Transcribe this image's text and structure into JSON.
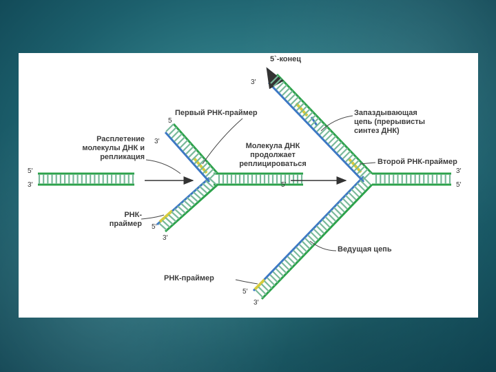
{
  "labels": {
    "end_5prime": "5`-конец",
    "first_primer": "Первый РНК-праймер",
    "lagging": [
      "Запаздывающая",
      "цепь (прерывисты",
      "синтез ДНК)"
    ],
    "unwinding": [
      "Расплетение",
      "молекулы ДНК и",
      "репликация"
    ],
    "continues": [
      "Молекула ДНК",
      "продолжает",
      "реплицироваться"
    ],
    "second_primer": "Второй РНК-праймер",
    "rna_primer_left": [
      "РНК-",
      "праймер"
    ],
    "leading": "Ведущая цепь",
    "rna_primer_bottom": "РНК-праймер"
  },
  "ends": {
    "five": "5′",
    "three": "3′",
    "five_plain": "5"
  },
  "colors": {
    "green": "#2ca24a",
    "blue": "#3d78c4",
    "yellow": "#d8cc3c",
    "rung": "#79b99a"
  }
}
